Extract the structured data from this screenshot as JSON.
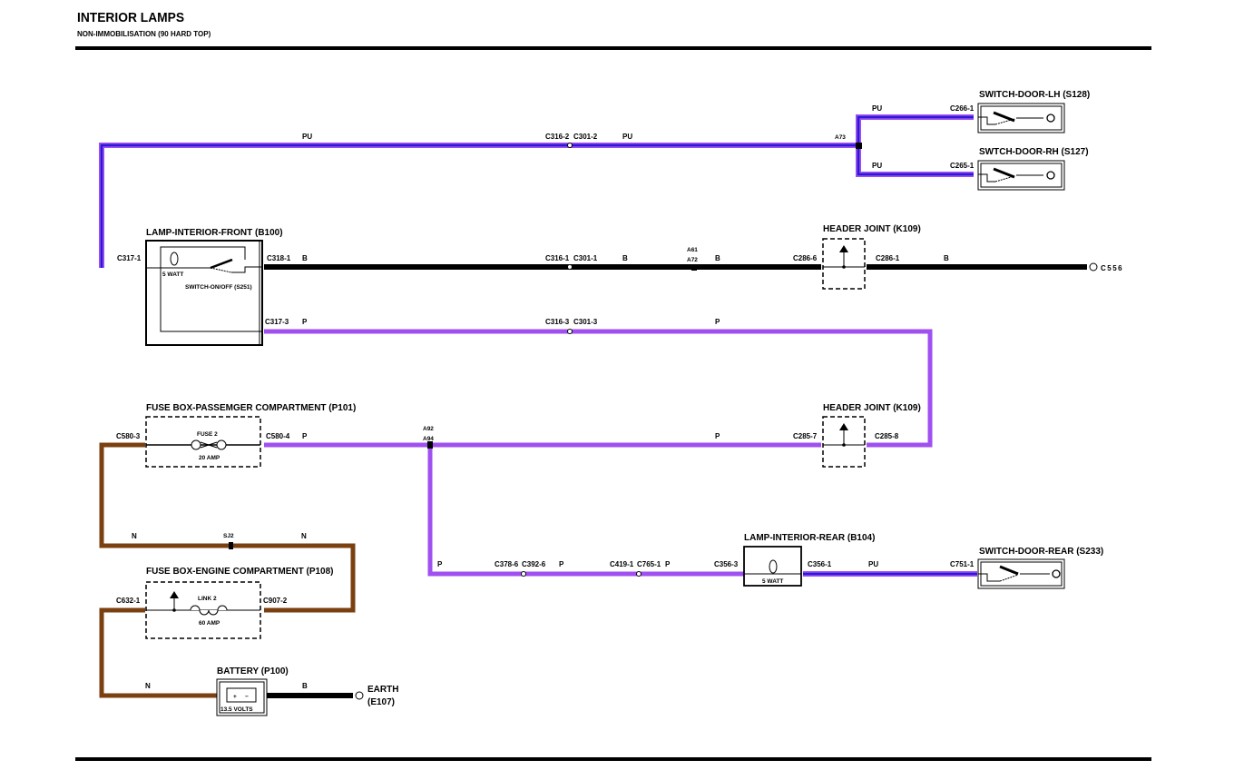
{
  "header": {
    "title": "INTERIOR LAMPS",
    "subtitle": "NON-IMMOBILISATION (90 HARD TOP)"
  },
  "colors": {
    "PU_outer": "#a050f0",
    "PU_inner": "#2a1ad8",
    "P": "#a050f0",
    "N": "#7a4010",
    "B": "#000000"
  },
  "components": {
    "switch_door_lh": "SWITCH-DOOR-LH (S128)",
    "switch_door_rh": "SWTCH-DOOR-RH (S127)",
    "lamp_interior_front": "LAMP-INTERIOR-FRONT (B100)",
    "lamp_front_watt": "5 WATT",
    "switch_on_off": "SWITCH-ON/OFF (S251)",
    "header_joint_1": "HEADER JOINT (K109)",
    "header_joint_2": "HEADER JOINT (K109)",
    "fuse_box_passenger": "FUSE BOX-PASSEMGER COMPARTMENT (P101)",
    "fuse_label": "FUSE 2",
    "fuse_rating": "20 AMP",
    "fuse_box_engine": "FUSE BOX-ENGINE COMPARTMENT (P108)",
    "link_label": "LINK 2",
    "link_rating": "60 AMP",
    "battery": "BATTERY (P100)",
    "battery_voltage": "13.5 VOLTS",
    "battery_plus": "+",
    "battery_minus": "−",
    "earth": "EARTH",
    "earth_id": "(E107)",
    "lamp_interior_rear": "LAMP-INTERIOR-REAR (B104)",
    "lamp_rear_watt": "5 WATT",
    "switch_door_rear": "SWITCH-DOOR-REAR (S233)"
  },
  "connectors": {
    "c317_1": "C317-1",
    "c318_1": "C318-1",
    "c317_3": "C317-3",
    "c316_2": "C316-2",
    "c301_2": "C301-2",
    "c316_1": "C316-1",
    "c301_1": "C301-1",
    "c316_3": "C316-3",
    "c301_3": "C301-3",
    "a73": "A73",
    "a61": "A61",
    "a72": "A72",
    "c266_1": "C266-1",
    "c265_1": "C265-1",
    "c286_6": "C286-6",
    "c286_1": "C286-1",
    "c556": "C556",
    "c580_3": "C580-3",
    "c580_4": "C580-4",
    "a92": "A92",
    "a94": "A94",
    "c285_7": "C285-7",
    "c285_8": "C285-8",
    "sj2": "SJ2",
    "c632_1": "C632-1",
    "c907_2": "C907-2",
    "c378_6": "C378-6",
    "c392_6": "C392-6",
    "c419_1": "C419-1",
    "c765_1": "C765-1",
    "c356_3": "C356-3",
    "c356_1": "C356-1",
    "c751_1": "C751-1"
  },
  "wire_labels": {
    "pu": "PU",
    "p": "P",
    "b": "B",
    "n": "N"
  }
}
